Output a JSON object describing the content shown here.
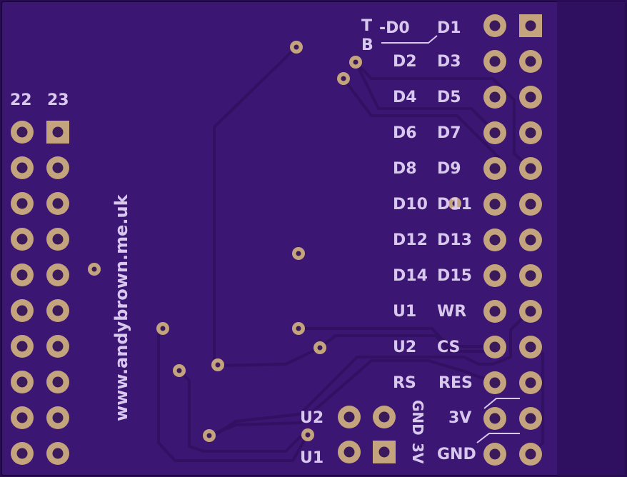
{
  "colors": {
    "board": "#3b1673",
    "board_edge": "#2a0c57",
    "trace": "#331063",
    "silk": "#d8c8ee",
    "copper": "#c4a47c",
    "hole": "#3a1a5a"
  },
  "silkscreen": {
    "website": "www.andybrown.me.uk",
    "left_header": {
      "label_a": "22",
      "label_b": "23"
    },
    "top_marks": {
      "t": "T",
      "b": "B",
      "d0": "-D0",
      "d1": "D1"
    },
    "right_header_labels": [
      [
        "D2",
        "D3"
      ],
      [
        "D4",
        "D5"
      ],
      [
        "D6",
        "D7"
      ],
      [
        "D8",
        "D9"
      ],
      [
        "D10",
        "D11"
      ],
      [
        "D12",
        "D13"
      ],
      [
        "D14",
        "D15"
      ],
      [
        "U1",
        "WR"
      ],
      [
        "U2",
        "CS"
      ],
      [
        "RS",
        "RES"
      ]
    ],
    "power_3v": "3V",
    "power_gnd": "GND",
    "small_header": {
      "u1": "U1",
      "u2": "U2",
      "vertical_gnd": "GND",
      "vertical_3v": "3V"
    }
  }
}
